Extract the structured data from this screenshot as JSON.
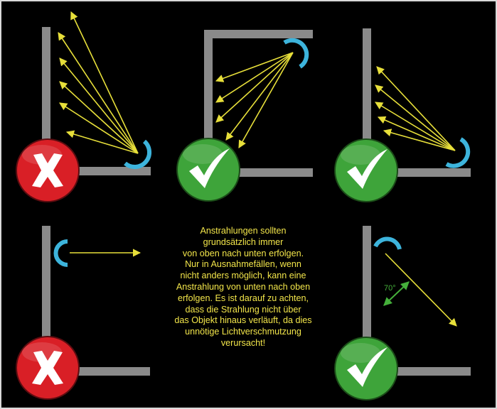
{
  "colors": {
    "background": "#000000",
    "frame": "#d9d9d9",
    "wall": "#8a8a8a",
    "light_fixture": "#3db4dc",
    "ray": "#e7df3a",
    "angle_marker": "#45b03b",
    "caption_text": "#f3e64a",
    "badge_wrong": "#d91f26",
    "badge_right": "#3ea43a",
    "mark": "#ffffff"
  },
  "panels": [
    {
      "id": "panel-1",
      "verdict": "wrong",
      "icon": "x-mark-icon"
    },
    {
      "id": "panel-2",
      "verdict": "right",
      "icon": "check-mark-icon"
    },
    {
      "id": "panel-3",
      "verdict": "right",
      "icon": "check-mark-icon"
    },
    {
      "id": "panel-4",
      "verdict": "wrong",
      "icon": "x-mark-icon"
    },
    {
      "id": "panel-5",
      "verdict": "right",
      "icon": "check-mark-icon"
    }
  ],
  "angle_label": "70°",
  "caption_lines": [
    "Anstrahlungen sollten",
    "grundsätzlich immer",
    "von oben nach unten erfolgen.",
    "Nur in Ausnahmefällen, wenn",
    "nicht anders möglich, kann eine",
    "Anstrahlung von unten nach oben",
    "erfolgen. Es ist darauf zu achten,",
    "dass die Strahlung nicht über",
    "das Objekt hinaus verläuft, da dies",
    "unnötige Lichtverschmutzung",
    "verursacht!"
  ]
}
